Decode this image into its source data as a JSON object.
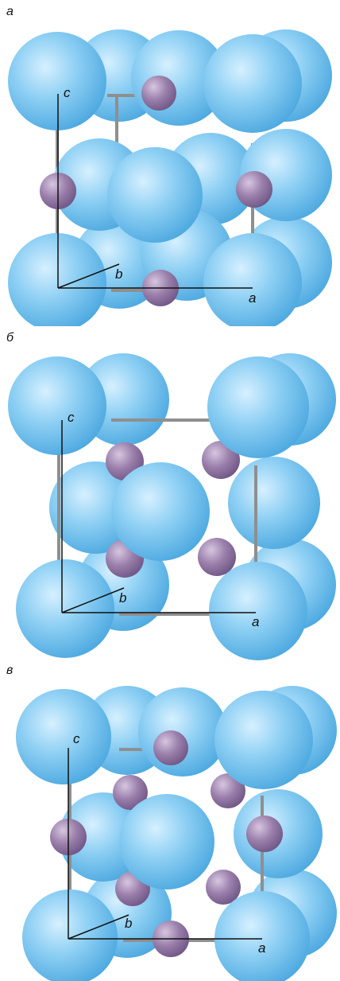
{
  "colors": {
    "large_atom": "#62b9ea",
    "small_atom": "#8e6f9e",
    "cell_edge": "#8f8f8f",
    "axis": "#111111"
  },
  "panels": [
    {
      "label": "а",
      "axes": {
        "a": "a",
        "b": "b",
        "c": "c"
      },
      "structure": "edge-centered"
    },
    {
      "label": "б",
      "axes": {
        "a": "a",
        "b": "b",
        "c": "c"
      },
      "structure": "tetrahedral"
    },
    {
      "label": "в",
      "axes": {
        "a": "a",
        "b": "b",
        "c": "c"
      },
      "structure": "edge-centered + tetrahedral"
    }
  ]
}
